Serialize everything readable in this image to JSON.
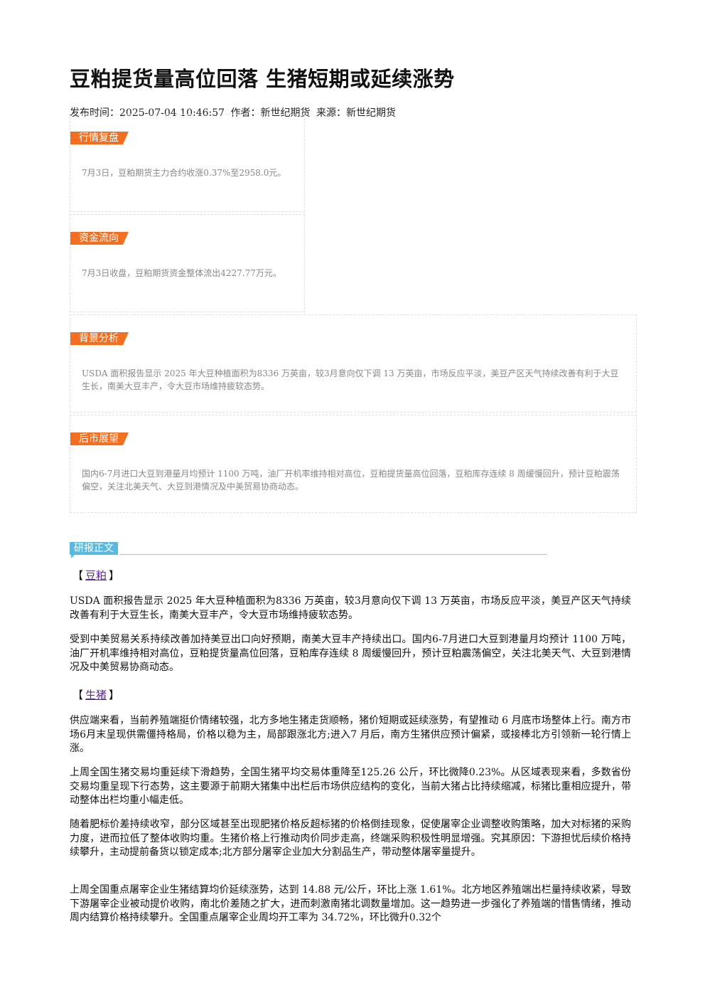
{
  "article": {
    "title": "豆粕提货量高位回落 生猪短期或延续涨势",
    "meta": {
      "publish_time": "发布时间：2025-07-04 10:46:57",
      "author": "作者：新世纪期货",
      "source": "来源：新世纪期货"
    }
  },
  "cards": {
    "market_review": {
      "tag": "行情复盘",
      "text": "7月3日，豆粕期货主力合约收涨0.37%至2958.0元。"
    },
    "fund_flow": {
      "tag": "资金流向",
      "text": "7月3日收盘，豆粕期货资金整体流出4227.77万元。"
    },
    "background": {
      "tag": "背景分析",
      "text": "USDA 面积报告显示 2025 年大豆种植面积为8336 万英亩，较3月意向仅下调 13 万英亩，市场反应平淡，美豆产区天气持续改善有利于大豆生长，南美大豆丰产，令大豆市场维持疲软态势。"
    },
    "outlook": {
      "tag": "后市展望",
      "text": "国内6-7月进口大豆到港量月均预计 1100 万吨，油厂开机率维持相对高位，豆粕提货量高位回落，豆粕库存连续 8 周缓慢回升，预计豆粕震荡偏空，关注北美天气、大豆到港情况及中美贸易协商动态。"
    }
  },
  "report": {
    "tag": "研报正文",
    "soymeal": {
      "bracket_open": "【",
      "label": "豆粕",
      "bracket_close": "】",
      "paragraphs": [
        "USDA 面积报告显示 2025 年大豆种植面积为8336 万英亩，较3月意向仅下调 13 万英亩，市场反应平淡，美豆产区天气持续改善有利于大豆生长，南美大豆丰产，令大豆市场维持疲软态势。",
        "受到中美贸易关系持续改善加持美豆出口向好预期，南美大豆丰产持续出口。国内6-7月进口大豆到港量月均预计 1100 万吨，油厂开机率维持相对高位，豆粕提货量高位回落，豆粕库存连续 8 周缓慢回升，预计豆粕震荡偏空，关注北美天气、大豆到港情况及中美贸易协商动态。"
      ]
    },
    "hog": {
      "bracket_open": "【",
      "label": "生猪",
      "bracket_close": "】",
      "paragraphs": [
        "供应端来看，当前养殖端挺价情绪较强，北方多地生猪走货顺畅，猪价短期或延续涨势，有望推动 6 月底市场整体上行。南方市场6月末呈现供需僵持格局，价格以稳为主，局部跟涨北方;进入7 月后，南方生猪供应预计偏紧，或接棒北方引领新一轮行情上涨。",
        "上周全国生猪交易均重延续下滑趋势，全国生猪平均交易体重降至125.26 公斤，环比微降0.23%。从区域表现来看，多数省份交易均重呈现下行态势，这主要源于前期大猪集中出栏后市场供应结构的变化，当前大猪占比持续缩减，标猪比重相应提升，带动整体出栏均重小幅走低。",
        "随着肥标价差持续收窄，部分区域甚至出现肥猪价格反超标猪的价格倒挂现象，促使屠宰企业调整收购策略，加大对标猪的采购力度，进而拉低了整体收购均重。生猪价格上行推动肉价同步走高，终端采购积极性明显增强。究其原因：下游担忧后续价格持续攀升，主动提前备货以锁定成本;北方部分屠宰企业加大分割品生产，带动整体屠宰量提升。",
        "上周全国重点屠宰企业生猪结算均价延续涨势，达到 14.88 元/公斤，环比上涨 1.61%。北方地区养殖端出栏量持续收紧，导致下游屠宰企业被动提价收购，南北价差随之扩大，进而刺激南猪北调数量增加。这一趋势进一步强化了养殖端的惜售情绪，推动周内结算价格持续攀升。全国重点屠宰企业周均开工率为 34.72%，环比微升0.32个"
      ]
    }
  },
  "colors": {
    "tag_orange": "#f26f21",
    "tag_blue": "#5ab9df",
    "link_purple": "#5a2a91"
  }
}
